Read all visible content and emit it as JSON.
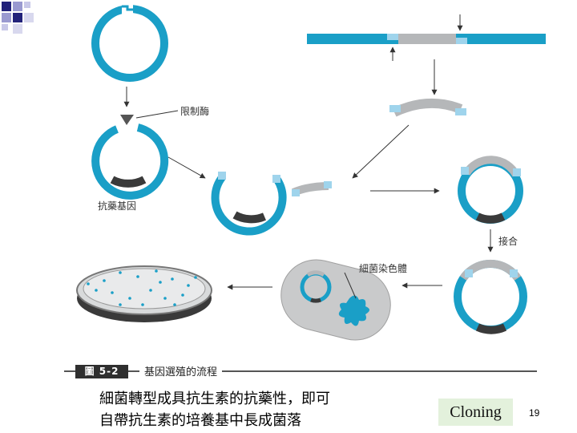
{
  "labels": {
    "restriction_enzyme": "限制酶",
    "resistance_gene": "抗藥基因",
    "ligation": "接合",
    "bacterial_chromosome": "細菌染色體"
  },
  "caption": {
    "figure_number": "圖 5-2",
    "title": "基因選殖的流程"
  },
  "body_text": {
    "line1": "細菌轉型成具抗生素的抗藥性，即可",
    "line2": "自帶抗生素的培養基中長成菌落"
  },
  "topic_label": "Cloning",
  "page_number": "19",
  "colors": {
    "plasmid": "#1a9fc7",
    "insert": "#b5b7b9",
    "sticky_end": "#9fd4ec",
    "resistance_gene": "#3a3a3a",
    "highlight_box": "#e3f1dc"
  }
}
